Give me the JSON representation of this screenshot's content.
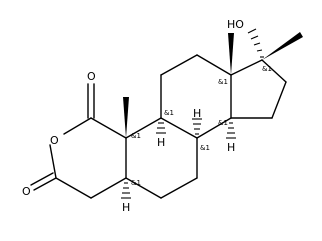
{
  "atoms": {
    "hydroxyl": "HO",
    "carbonyl_oxygen_top": "O",
    "ring_oxygen": "O",
    "carbonyl_oxygen_bottom": "O",
    "hydrogen_c8": "H",
    "hydrogen_c9": "H",
    "hydrogen_c14": "H",
    "hydrogen_c5": "H"
  },
  "stereo": {
    "c17": "&1",
    "c13": "&1",
    "c9": "&1",
    "c8": "&1",
    "c10": "&1",
    "c14": "&1",
    "c5": "&1"
  }
}
